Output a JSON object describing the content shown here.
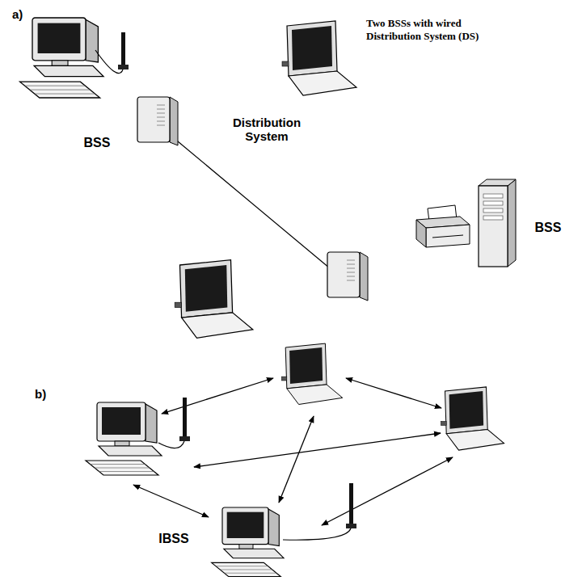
{
  "diagram": {
    "nodes": [
      {
        "text": [
          "BSS"
        ]
      },
      {
        "text": [
          "Distribution System"
        ]
      },
      {
        "text": [
          "BSS"
        ]
      },
      {
        "text": [
          "IBSS"
        ]
      }
    ],
    "labels": [
      "a)",
      "Two BSSs with wired Distribution System (DS)",
      "b)"
    ]
  }
}
